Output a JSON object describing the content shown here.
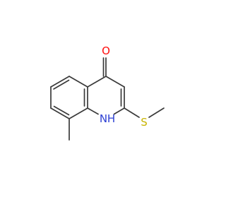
{
  "atoms": {
    "oxygen": "O",
    "nitrogen": "N",
    "hydrogen": "H",
    "sulfur": "S"
  },
  "colors": {
    "background": "#ffffff",
    "bond": "#3a3a3a",
    "oxygen": "#ff0d0d",
    "nitrogen": "#2c3fd3",
    "sulfur": "#c8b400"
  }
}
